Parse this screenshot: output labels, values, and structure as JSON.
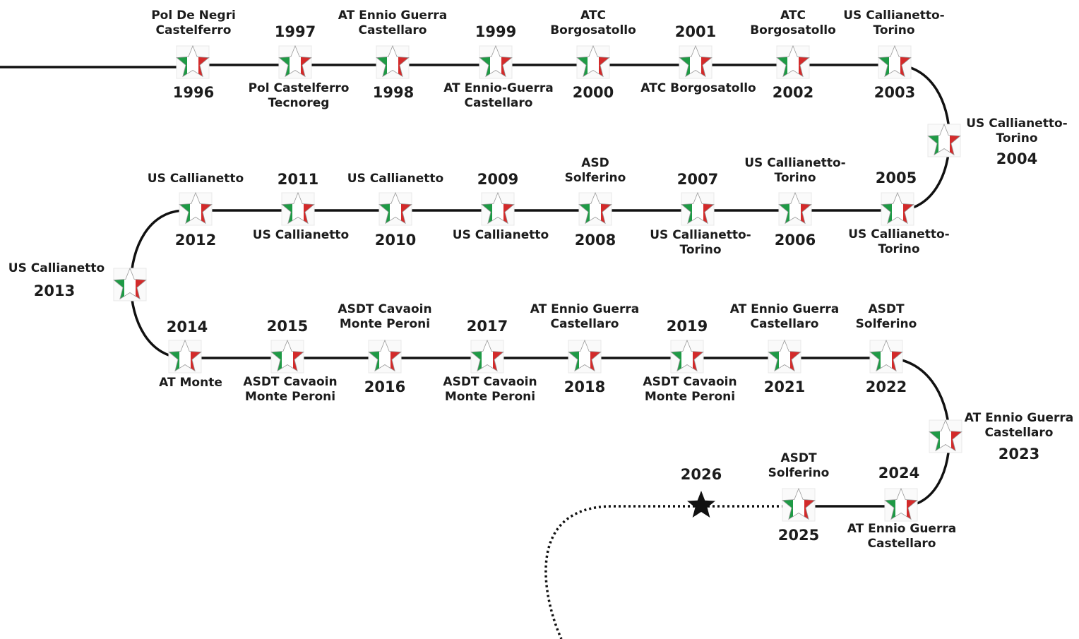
{
  "colors": {
    "green": "#1e9a45",
    "white": "#ffffff",
    "red": "#d32a2a",
    "line": "#111111",
    "text": "#1c1c1c"
  },
  "future_marker": "black-star-icon",
  "milestone_marker": "italian-flag-star-icon",
  "events": [
    {
      "id": "1996",
      "year": "1996",
      "club": [
        "Pol De Negri",
        "Castelferro"
      ]
    },
    {
      "id": "1997",
      "year": "1997",
      "club": [
        "Pol Castelferro",
        "Tecnoreg"
      ]
    },
    {
      "id": "1998",
      "year": "1998",
      "club": [
        "AT Ennio Guerra",
        "Castellaro"
      ]
    },
    {
      "id": "1999",
      "year": "1999",
      "club": [
        "AT Ennio-Guerra",
        "Castellaro"
      ]
    },
    {
      "id": "2000",
      "year": "2000",
      "club": [
        "ATC",
        "Borgosatollo"
      ]
    },
    {
      "id": "2001",
      "year": "2001",
      "club": [
        "ATC Borgosatollo"
      ]
    },
    {
      "id": "2002",
      "year": "2002",
      "club": [
        "ATC",
        "Borgosatollo"
      ]
    },
    {
      "id": "2003",
      "year": "2003",
      "club": [
        "US Callianetto-",
        "Torino"
      ]
    },
    {
      "id": "2004",
      "year": "2004",
      "club": [
        "US Callianetto-",
        "Torino"
      ]
    },
    {
      "id": "2005",
      "year": "2005",
      "club": [
        "US Callianetto-",
        "Torino"
      ]
    },
    {
      "id": "2006",
      "year": "2006",
      "club": [
        "US Callianetto-",
        "Torino"
      ]
    },
    {
      "id": "2007",
      "year": "2007",
      "club": [
        "US Callianetto-",
        "Torino"
      ]
    },
    {
      "id": "2008",
      "year": "2008",
      "club": [
        "ASD",
        "Solferino"
      ]
    },
    {
      "id": "2009",
      "year": "2009",
      "club": [
        "US Callianetto"
      ]
    },
    {
      "id": "2010",
      "year": "2010",
      "club": [
        "US Callianetto"
      ]
    },
    {
      "id": "2011",
      "year": "2011",
      "club": [
        "US Callianetto"
      ]
    },
    {
      "id": "2012",
      "year": "2012",
      "club": [
        "US Callianetto"
      ]
    },
    {
      "id": "2013",
      "year": "2013",
      "club": [
        "US Callianetto"
      ]
    },
    {
      "id": "2014",
      "year": "2014",
      "club": [
        "AT Monte"
      ]
    },
    {
      "id": "2015",
      "year": "2015",
      "club": [
        "ASDT Cavaoin",
        "Monte Peroni"
      ]
    },
    {
      "id": "2016",
      "year": "2016",
      "club": [
        "ASDT Cavaoin",
        "Monte Peroni"
      ]
    },
    {
      "id": "2017",
      "year": "2017",
      "club": [
        "ASDT Cavaoin",
        "Monte Peroni"
      ]
    },
    {
      "id": "2018",
      "year": "2018",
      "club": [
        "AT Ennio Guerra",
        "Castellaro"
      ]
    },
    {
      "id": "2019",
      "year": "2019",
      "club": [
        "ASDT Cavaoin",
        "Monte Peroni"
      ]
    },
    {
      "id": "2021",
      "year": "2021",
      "club": [
        "AT Ennio Guerra",
        "Castellaro"
      ]
    },
    {
      "id": "2022",
      "year": "2022",
      "club": [
        "ASDT",
        "Solferino"
      ]
    },
    {
      "id": "2023",
      "year": "2023",
      "club": [
        "AT Ennio Guerra",
        "Castellaro"
      ]
    },
    {
      "id": "2024",
      "year": "2024",
      "club": [
        "AT Ennio Guerra",
        "Castellaro"
      ]
    },
    {
      "id": "2025",
      "year": "2025",
      "club": [
        "ASDT",
        "Solferino"
      ]
    },
    {
      "id": "2026",
      "year": "2026",
      "club": []
    }
  ]
}
